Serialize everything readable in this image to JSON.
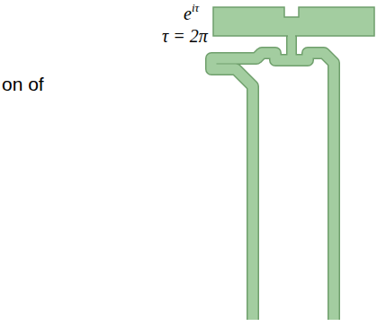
{
  "diagram": {
    "labels": [
      "e",
      "iτ",
      "τ = 2π",
      "on of"
    ]
  }
}
